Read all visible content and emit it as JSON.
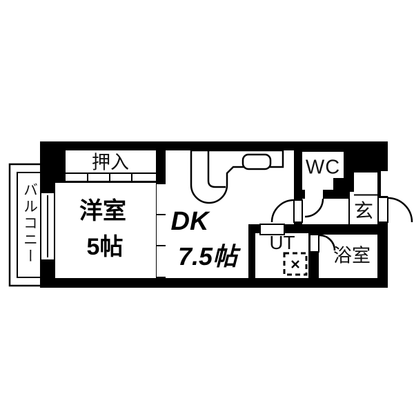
{
  "title": "apartment floor plan",
  "colors": {
    "wall": "#000000",
    "background": "#ffffff",
    "text": "#111111"
  },
  "rooms": {
    "balcony": {
      "label": "バルコニー"
    },
    "closet": {
      "label": "押入"
    },
    "western_room": {
      "label": "洋室",
      "size": "5帖"
    },
    "dining_kitchen": {
      "label": "DK",
      "size": "7.5帖"
    },
    "toilet": {
      "label": "WC"
    },
    "entrance": {
      "label": "玄"
    },
    "utility": {
      "label": "UT"
    },
    "bathroom": {
      "label": "浴室"
    }
  }
}
